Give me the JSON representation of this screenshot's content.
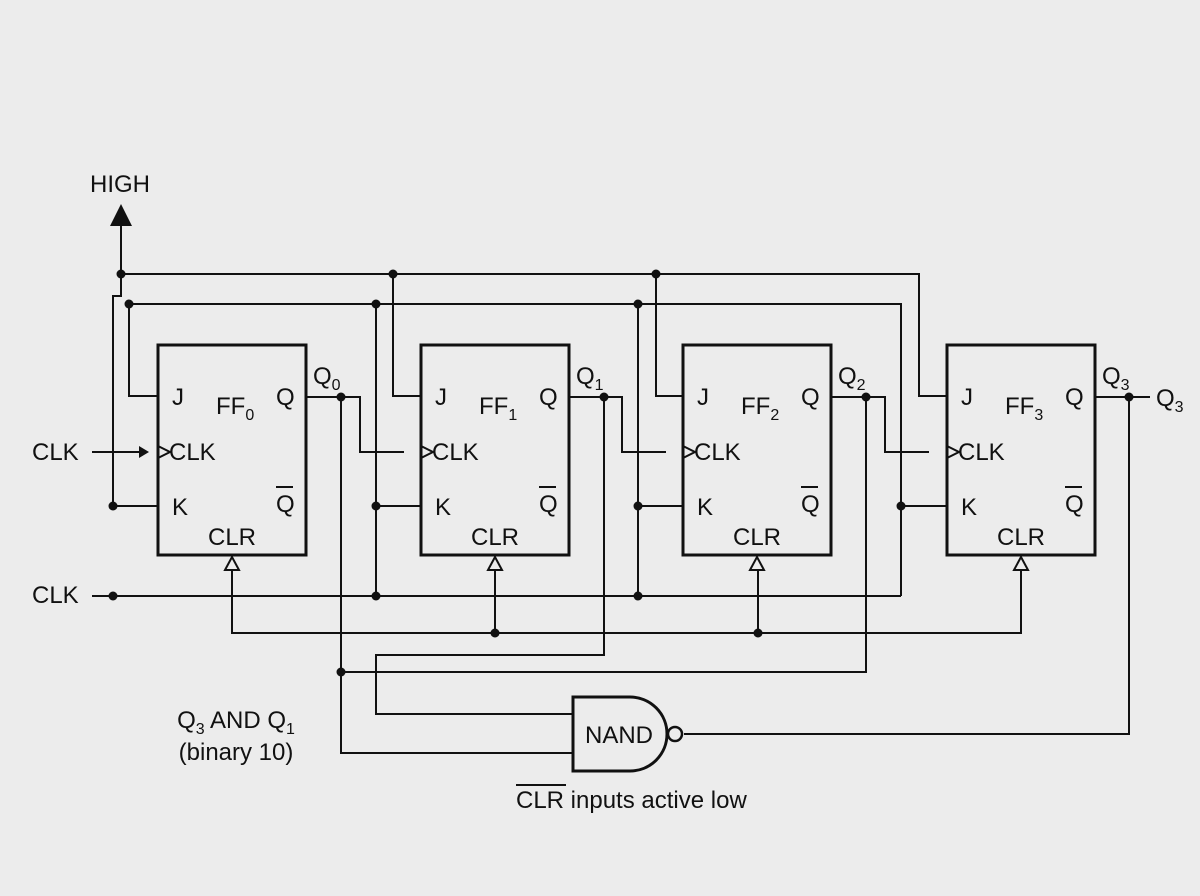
{
  "power": {
    "label": "HIGH"
  },
  "clock": {
    "input_label_top": "CLK",
    "input_label_bottom": "CLK"
  },
  "flipflops": [
    {
      "name": "FF",
      "index": "0",
      "j": "J",
      "k": "K",
      "clk": "CLK",
      "clr": "CLR",
      "q": "Q",
      "qbar": "Q",
      "out_name": "Q",
      "out_index": "0"
    },
    {
      "name": "FF",
      "index": "1",
      "j": "J",
      "k": "K",
      "clk": "CLK",
      "clr": "CLR",
      "q": "Q",
      "qbar": "Q",
      "out_name": "Q",
      "out_index": "1"
    },
    {
      "name": "FF",
      "index": "2",
      "j": "J",
      "k": "K",
      "clk": "CLK",
      "clr": "CLR",
      "q": "Q",
      "qbar": "Q",
      "out_name": "Q",
      "out_index": "2"
    },
    {
      "name": "FF",
      "index": "3",
      "j": "J",
      "k": "K",
      "clk": "CLK",
      "clr": "CLR",
      "q": "Q",
      "qbar": "Q",
      "out_name": "Q",
      "out_index": "3"
    }
  ],
  "output": {
    "name": "Q",
    "index": "3"
  },
  "gate": {
    "label": "NAND"
  },
  "note": {
    "line1_a": "Q",
    "line1_a_index": "3",
    "line1_mid": " AND Q",
    "line1_b_index": "1",
    "line2": "(binary 10)"
  },
  "footnote": {
    "overbar_text": "CLR",
    "rest": " inputs active low"
  }
}
